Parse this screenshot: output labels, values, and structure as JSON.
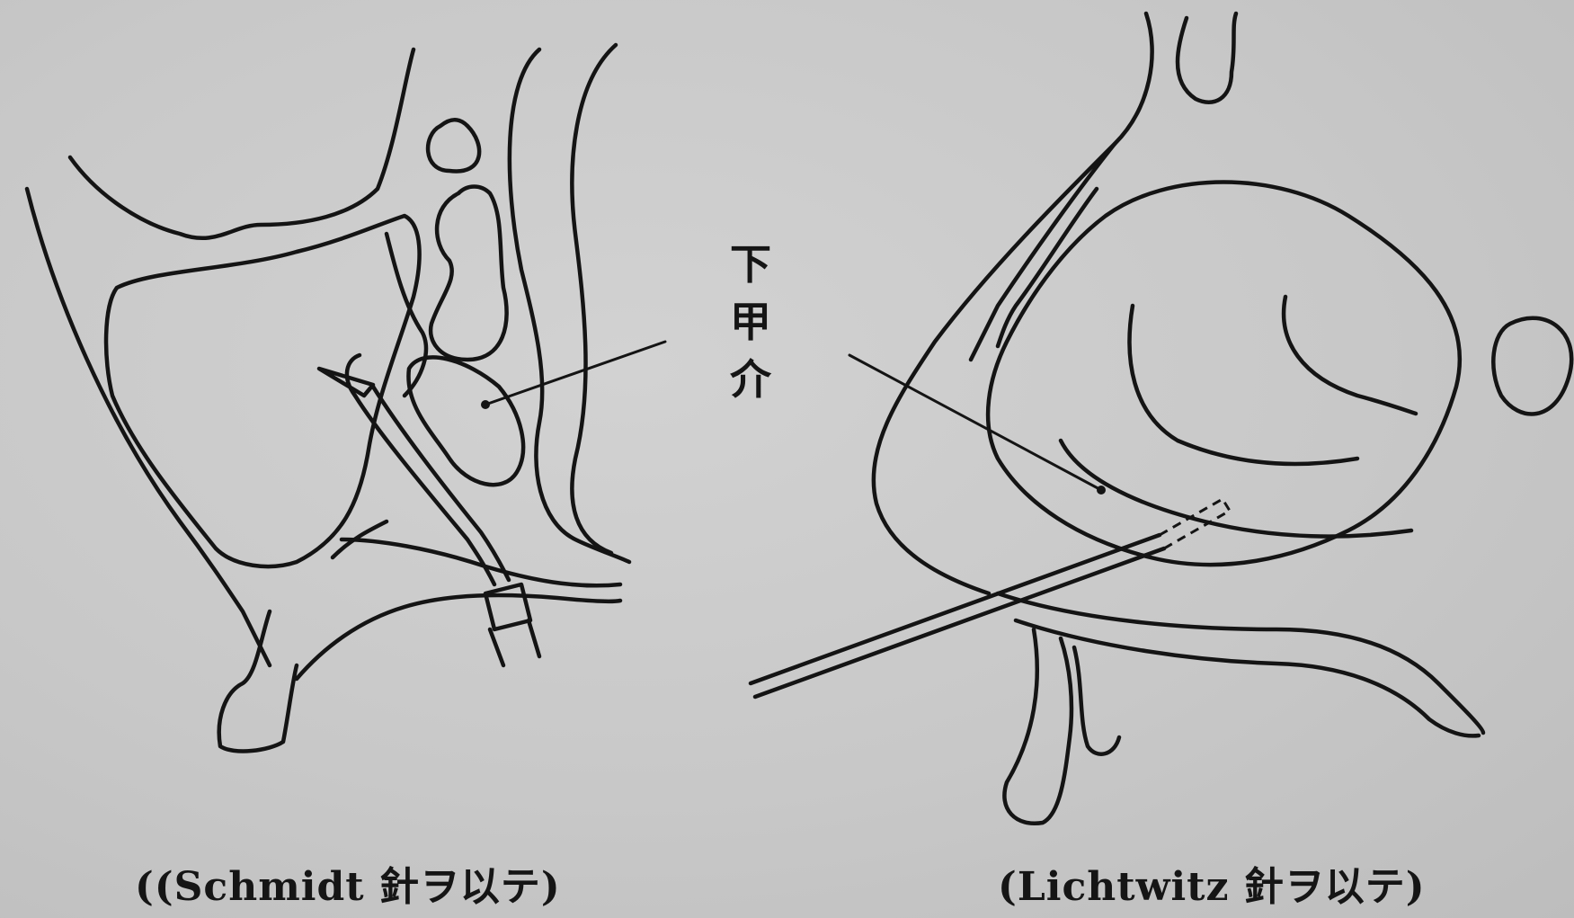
{
  "label": {
    "chars": [
      "下",
      "甲",
      "介"
    ]
  },
  "figures": [
    {
      "caption": "((Schmidt 針ヲ以テ)"
    },
    {
      "caption": "(Lichtwitz 針ヲ以テ)"
    }
  ],
  "colors": {
    "ink": "#141414",
    "paper": "#c9c9c9"
  }
}
